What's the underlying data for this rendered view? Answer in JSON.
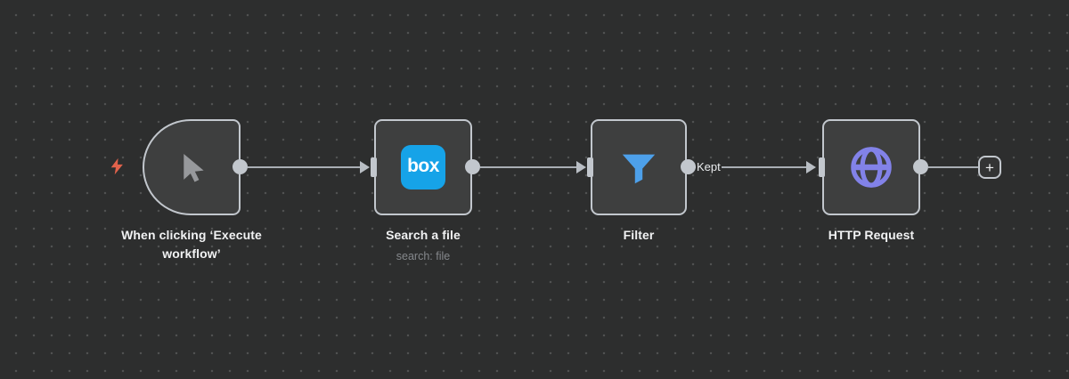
{
  "canvas": {
    "background_color": "#2d2e2e",
    "dot_color": "#505151"
  },
  "nodes": [
    {
      "label": "When clicking ‘Execute workflow’",
      "type": "manual-trigger",
      "icon": "cursor-icon",
      "trigger_indicator": "lightning-bolt-icon",
      "trigger_indicator_color": "#e2624b"
    },
    {
      "label": "Search a file",
      "subtitle": "search: file",
      "type": "box",
      "icon": "box-logo",
      "icon_text": "box",
      "icon_color": "#16a3e8"
    },
    {
      "label": "Filter",
      "type": "filter",
      "icon": "funnel-icon",
      "icon_color": "#4da0ea"
    },
    {
      "label": "HTTP Request",
      "type": "http-request",
      "icon": "globe-icon",
      "icon_color": "#8282e8"
    }
  ],
  "connections": [
    {
      "from": "When clicking ‘Execute workflow’",
      "to": "Search a file",
      "label": ""
    },
    {
      "from": "Search a file",
      "to": "Filter",
      "label": ""
    },
    {
      "from": "Filter",
      "to": "HTTP Request",
      "label": "Kept"
    }
  ],
  "add_button_label": "+",
  "colors": {
    "node_fill": "#3e3f3f",
    "node_border": "#c2c7cd",
    "connector_line": "#a9aeb4",
    "label_text": "#f1f2f3",
    "sublabel_text": "#85888c"
  }
}
